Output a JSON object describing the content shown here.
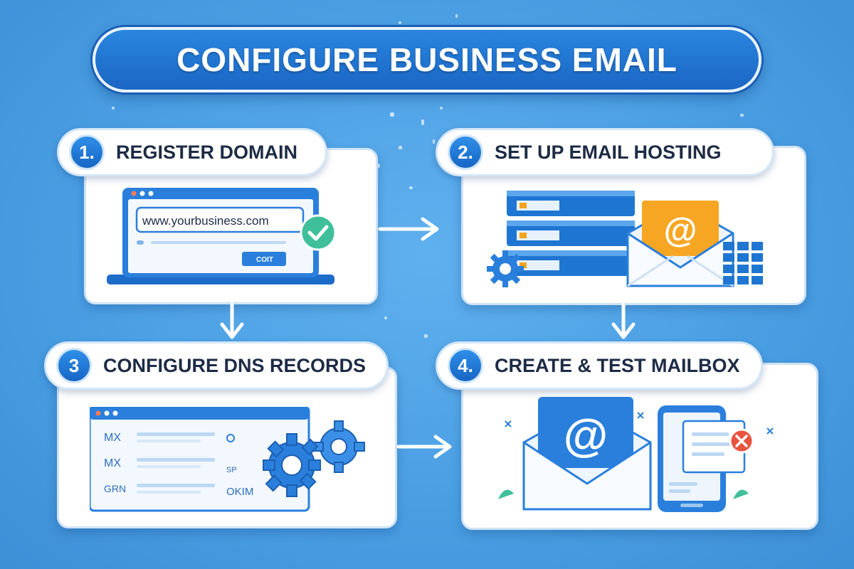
{
  "title": "CONFIGURE BUSINESS EMAIL",
  "steps": [
    {
      "number": "1.",
      "title": "REGISTER DOMAIN",
      "domain_text": "www.yourbusiness.com",
      "button_label": "COIT"
    },
    {
      "number": "2.",
      "title": "SET UP EMAIL HOSTING",
      "at_symbol": "@"
    },
    {
      "number": "3",
      "title": "CONFIGURE DNS RECORDS",
      "records": [
        "MX",
        "MX",
        "GRN"
      ],
      "record_values": [
        "SP",
        "OKIM"
      ]
    },
    {
      "number": "4.",
      "title": "CREATE & TEST MAILBOX",
      "at_symbol": "@"
    }
  ],
  "icons": [
    "browser-window-icon",
    "check-badge-icon",
    "server-stack-icon",
    "gear-icon",
    "envelope-at-icon",
    "mobile-phone-icon",
    "error-badge-icon"
  ],
  "colors": {
    "background": "#4a9fe3",
    "primary": "#1f76d2",
    "accent_green": "#3fc09a",
    "accent_orange": "#f3a31d",
    "accent_red": "#e8543f"
  }
}
